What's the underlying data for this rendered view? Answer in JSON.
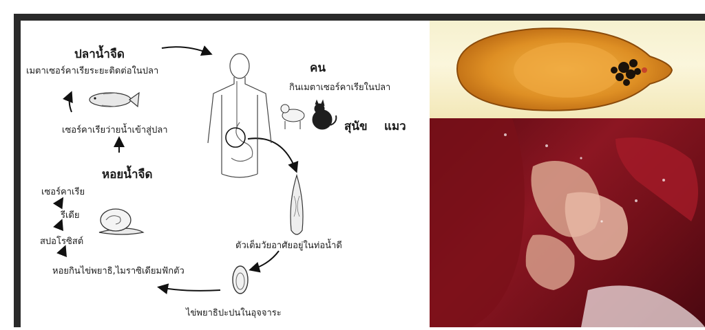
{
  "diagram": {
    "labels": {
      "freshwater_fish": "ปลาน้ำจืด",
      "metacercaria_in_fish": "เมตาเซอร์คาเรียระยะติดต่อในปลา",
      "cercaria_swim_to_fish": "เซอร์คาเรียว่ายน้ำเข้าสู่ปลา",
      "freshwater_snail": "หอยน้ำจืด",
      "cercaria": "เซอร์คาเรีย",
      "redia": "รีเดีย",
      "sporocyst": "สปอโรซิสต์",
      "snail_eats_eggs": "หอยกินไข่พยาธิ,ไมราซิเดียมฟักตัว",
      "eggs_in_feces": "ไข่พยาธิปะปนในอุจจาระ",
      "adult_in_bile_duct": "ตัวเต็มวัยอาศัยอยู่ในท่อน้ำดี",
      "human": "คน",
      "human_eats_metacercaria": "กินเมตาเซอร์คาเรียในปลา",
      "dog": "สุนัข",
      "cat": "แมว"
    },
    "icons": [
      "fish-icon",
      "human-body-icon",
      "dog-icon",
      "cat-icon",
      "snail-icon",
      "adult-fluke-icon",
      "egg-icon",
      "cycle-arrow-icon"
    ]
  },
  "photos": {
    "top": "liver-fluke-photo",
    "bottom": "infected-liver-photo"
  }
}
